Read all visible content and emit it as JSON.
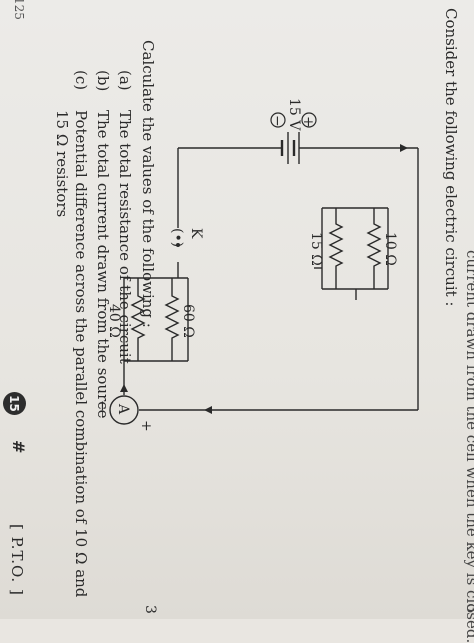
{
  "header": {
    "cut_text": "current drawn from the cell when the key is closed.",
    "cut_number": "3"
  },
  "question": {
    "intro": "Consider the following electric circuit :",
    "marks": "3",
    "calc_prompt": "Calculate the values of the following :",
    "parts": [
      {
        "label": "(a)",
        "text": "The total resistance of the circuit"
      },
      {
        "label": "(b)",
        "text": "The total current drawn from the source"
      },
      {
        "label": "(c)",
        "text": "Potential difference across the parallel combination of 10 Ω and",
        "text2": "15 Ω resistors"
      }
    ]
  },
  "circuit": {
    "battery_voltage": "15 V",
    "battery_plus": "+",
    "battery_minus": "−",
    "r1": "10 Ω",
    "r2": "15 Ω",
    "r3": "60 Ω",
    "r4": "40 Ω",
    "key_label": "K",
    "key_dot": "(•)",
    "ammeter": "A",
    "ammeter_plus": "+",
    "ammeter_minus": "−"
  },
  "footer": {
    "page_number": "15",
    "hash": "#",
    "pto": "[ P.T.O. ]",
    "corner_code": "125"
  }
}
